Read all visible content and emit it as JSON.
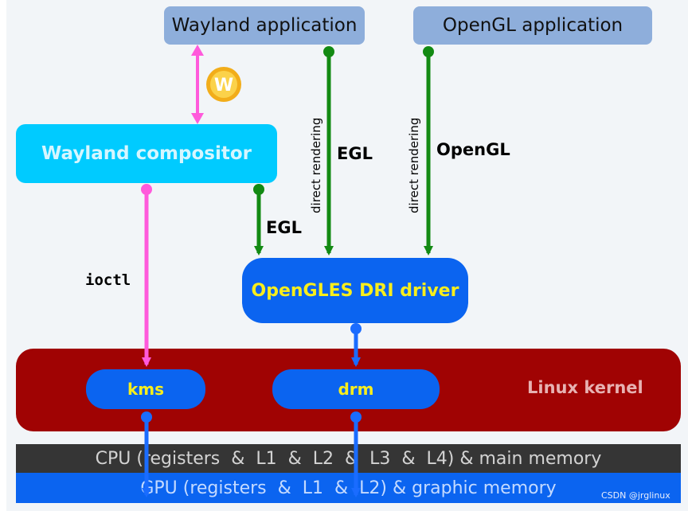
{
  "apps": {
    "wayland_app": "Wayland application",
    "opengl_app": "OpenGL application"
  },
  "compositor": {
    "label": "Wayland compositor"
  },
  "dri_driver": {
    "label": "OpenGLES DRI driver"
  },
  "kernel": {
    "label": "Linux kernel",
    "kms": "kms",
    "drm": "drm"
  },
  "hardware": {
    "cpu": "CPU (registers  &  L1  &  L2  &  L3  &  L4) & main memory",
    "gpu": "GPU (registers  &  L1  &  L2) & graphic memory"
  },
  "edges": {
    "egl_compositor": "EGL",
    "egl_app": "EGL",
    "opengl": "OpenGL",
    "ioctl": "ioctl",
    "direct_rendering_1": "direct rendering",
    "direct_rendering_2": "direct rendering"
  },
  "watermark": "CSDN @jrglinux",
  "logo_letter": "W",
  "colors": {
    "app_box": "#8eaedb",
    "compositor": "#00cbff",
    "dri": "#0b64f0",
    "kernel": "#a00303",
    "cpu_bar": "#353535",
    "gpu_bar": "#0b64f0",
    "arrow_green": "#138a13",
    "arrow_pink": "#ff5adb",
    "arrow_blue": "#1a6cff",
    "driver_text": "#f8ee1c"
  }
}
